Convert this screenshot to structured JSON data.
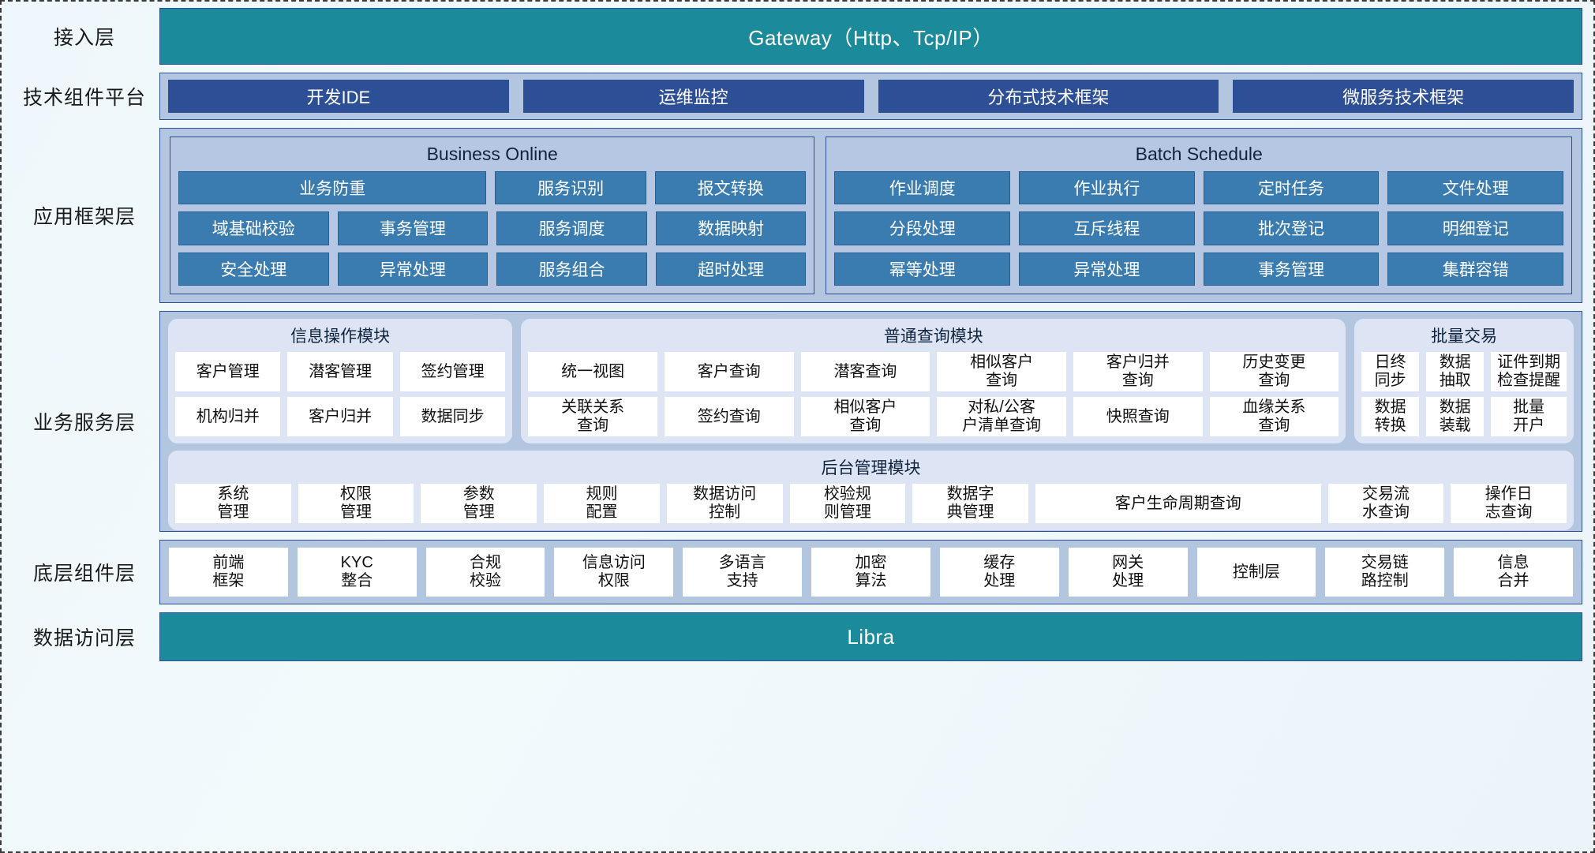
{
  "layers": [
    {
      "label": "接入层"
    },
    {
      "label": "技术组件平台"
    },
    {
      "label": "应用框架层"
    },
    {
      "label": "业务服务层"
    },
    {
      "label": "底层组件层"
    },
    {
      "label": "数据访问层"
    }
  ],
  "access_layer": {
    "label": "接入层",
    "bar_text": "Gateway（Http、Tcp/IP）"
  },
  "tech_platform": {
    "label": "技术组件平台",
    "chips": [
      {
        "text": "开发IDE"
      },
      {
        "text": "运维监控"
      },
      {
        "text": "分布式技术框架"
      },
      {
        "text": "微服务技术框架"
      }
    ]
  },
  "app_framework": {
    "label": "应用框架层",
    "groups": [
      {
        "title": "Business Online",
        "rows": [
          [
            {
              "text": "业务防重",
              "span": 2
            },
            {
              "text": "服务识别",
              "span": 1
            },
            {
              "text": "报文转换",
              "span": 1
            }
          ],
          [
            {
              "text": "域基础校验",
              "span": 1
            },
            {
              "text": "事务管理",
              "span": 1
            },
            {
              "text": "服务调度",
              "span": 1
            },
            {
              "text": "数据映射",
              "span": 1
            }
          ],
          [
            {
              "text": "安全处理",
              "span": 1
            },
            {
              "text": "异常处理",
              "span": 1
            },
            {
              "text": "服务组合",
              "span": 1
            },
            {
              "text": "超时处理",
              "span": 1
            }
          ]
        ]
      },
      {
        "title": "Batch Schedule",
        "rows": [
          [
            {
              "text": "作业调度",
              "span": 1
            },
            {
              "text": "作业执行",
              "span": 1
            },
            {
              "text": "定时任务",
              "span": 1
            },
            {
              "text": "文件处理",
              "span": 1
            }
          ],
          [
            {
              "text": "分段处理",
              "span": 1
            },
            {
              "text": "互斥线程",
              "span": 1
            },
            {
              "text": "批次登记",
              "span": 1
            },
            {
              "text": "明细登记",
              "span": 1
            }
          ],
          [
            {
              "text": "幂等处理",
              "span": 1
            },
            {
              "text": "异常处理",
              "span": 1
            },
            {
              "text": "事务管理",
              "span": 1
            },
            {
              "text": "集群容错",
              "span": 1
            }
          ]
        ]
      }
    ]
  },
  "business_service": {
    "label": "业务服务层",
    "modules_top": [
      {
        "key": "info",
        "title": "信息操作模块",
        "rows": [
          [
            {
              "text": "客户管理",
              "flex": 1
            },
            {
              "text": "潜客管理",
              "flex": 1
            },
            {
              "text": "签约管理",
              "flex": 1
            }
          ],
          [
            {
              "text": "机构归并",
              "flex": 1
            },
            {
              "text": "客户归并",
              "flex": 1
            },
            {
              "text": "数据同步",
              "flex": 1
            }
          ]
        ]
      },
      {
        "key": "query",
        "title": "普通查询模块",
        "rows": [
          [
            {
              "text": "统一视图",
              "flex": 1
            },
            {
              "text": "客户查询",
              "flex": 1
            },
            {
              "text": "潜客查询",
              "flex": 1
            },
            {
              "text": "相似客户\n查询",
              "flex": 1
            },
            {
              "text": "客户归并\n查询",
              "flex": 1
            },
            {
              "text": "历史变更\n查询",
              "flex": 1
            }
          ],
          [
            {
              "text": "关联关系\n查询",
              "flex": 1
            },
            {
              "text": "签约查询",
              "flex": 1
            },
            {
              "text": "相似客户\n查询",
              "flex": 1
            },
            {
              "text": "对私/公客\n户清单查询",
              "flex": 1
            },
            {
              "text": "快照查询",
              "flex": 1
            },
            {
              "text": "血缘关系\n查询",
              "flex": 1
            }
          ]
        ]
      },
      {
        "key": "batch",
        "title": "批量交易",
        "rows": [
          [
            {
              "text": "日终\n同步",
              "flex": 1
            },
            {
              "text": "数据\n抽取",
              "flex": 1
            },
            {
              "text": "证件到期\n检查提醒",
              "flex": 1.35
            }
          ],
          [
            {
              "text": "数据\n转换",
              "flex": 1
            },
            {
              "text": "数据\n装载",
              "flex": 1
            },
            {
              "text": "批量\n开户",
              "flex": 1.35
            }
          ]
        ]
      }
    ],
    "admin_module": {
      "title": "后台管理模块",
      "items": [
        {
          "text": "系统\n管理",
          "flex": 1
        },
        {
          "text": "权限\n管理",
          "flex": 1
        },
        {
          "text": "参数\n管理",
          "flex": 1
        },
        {
          "text": "规则\n配置",
          "flex": 1
        },
        {
          "text": "数据访问\n控制",
          "flex": 1
        },
        {
          "text": "校验规\n则管理",
          "flex": 1
        },
        {
          "text": "数据字\n典管理",
          "flex": 1
        },
        {
          "text": "客户生命周期查询",
          "flex": 2.55
        },
        {
          "text": "交易流\n水查询",
          "flex": 1
        },
        {
          "text": "操作日\n志查询",
          "flex": 1
        }
      ]
    }
  },
  "component_layer": {
    "label": "底层组件层",
    "items": [
      {
        "text": "前端\n框架",
        "flex": 1
      },
      {
        "text": "KYC\n整合",
        "flex": 1
      },
      {
        "text": "合规\n校验",
        "flex": 1
      },
      {
        "text": "信息访问\n权限",
        "flex": 1
      },
      {
        "text": "多语言\n支持",
        "flex": 1
      },
      {
        "text": "加密\n算法",
        "flex": 1
      },
      {
        "text": "缓存\n处理",
        "flex": 1
      },
      {
        "text": "网关\n处理",
        "flex": 1
      },
      {
        "text": "控制层",
        "flex": 1
      },
      {
        "text": "交易链\n路控制",
        "flex": 1
      },
      {
        "text": "信息\n合并",
        "flex": 1
      }
    ]
  },
  "data_access": {
    "label": "数据访问层",
    "bar_text": "Libra"
  },
  "colors": {
    "teal": "#1b8a9b",
    "band": "#b2c6e0",
    "chip_navy": "#2d4f95",
    "cell_blue": "#3b7cb0",
    "module_card": "#dde5f4",
    "border_navy": "#2f4f8f",
    "white_cell": "#ffffff"
  }
}
